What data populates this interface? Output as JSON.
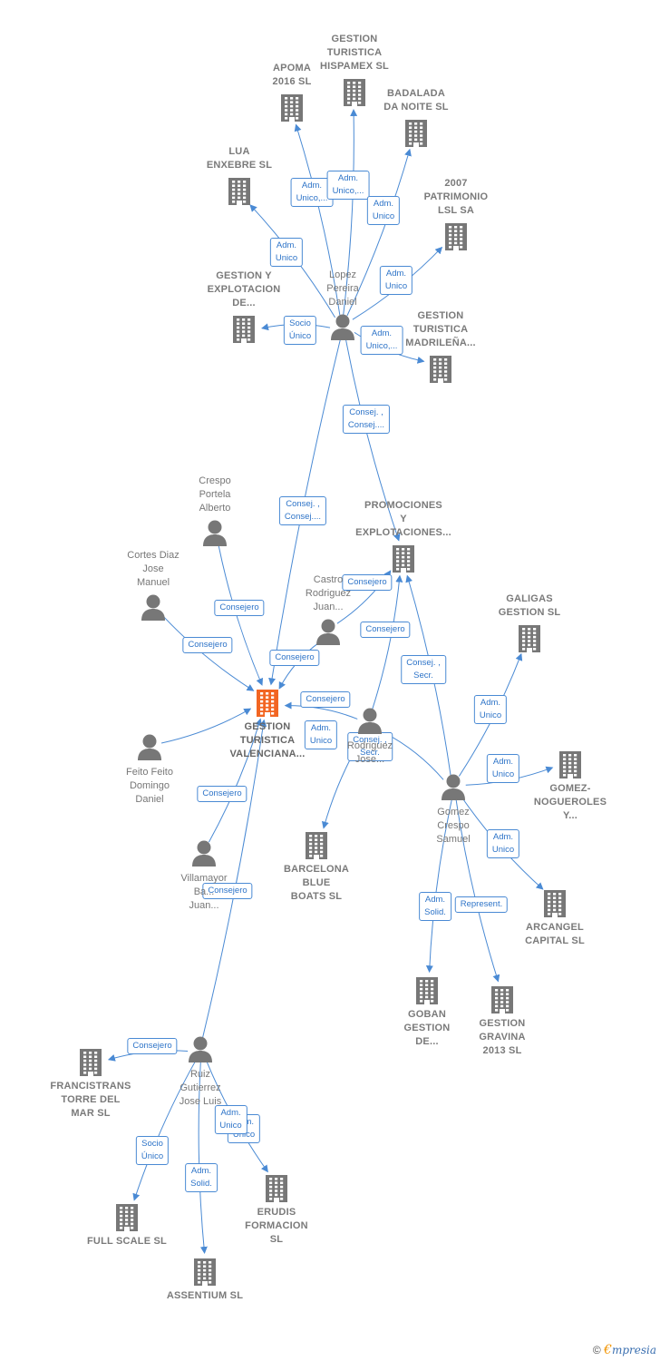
{
  "colors": {
    "edge": "#4a8ad4",
    "icon": "#777777",
    "main_icon": "#f26522",
    "label_text": "#2e74c8"
  },
  "nodes": [
    {
      "id": "apoma",
      "type": "company",
      "label": "APOMA\n2016  SL",
      "icon": "building-icon"
    },
    {
      "id": "hispamex",
      "type": "company",
      "label": "GESTION\nTURISTICA\nHISPAMEX  SL",
      "icon": "building-icon"
    },
    {
      "id": "badalada",
      "type": "company",
      "label": "BADALADA\nDA NOITE SL",
      "icon": "building-icon"
    },
    {
      "id": "lua",
      "type": "company",
      "label": "LUA\nENXEBRE SL",
      "icon": "building-icon"
    },
    {
      "id": "patrimonio",
      "type": "company",
      "label": "2007\nPATRIMONIO\nLSL SA",
      "icon": "building-icon"
    },
    {
      "id": "gestexpl",
      "type": "company",
      "label": "GESTION Y\nEXPLOTACION\nDE...",
      "icon": "building-icon"
    },
    {
      "id": "lopez",
      "type": "person",
      "label": "Lopez\nPereira\nDaniel",
      "icon": "person-icon"
    },
    {
      "id": "madrilena",
      "type": "company",
      "label": "GESTION\nTURISTICA\nMADRILEÑA...",
      "icon": "building-icon"
    },
    {
      "id": "promociones",
      "type": "company",
      "label": "PROMOCIONES\nY\nEXPLOTACIONES...",
      "icon": "building-icon"
    },
    {
      "id": "crespo",
      "type": "person",
      "label": "Crespo\nPortela\nAlberto",
      "icon": "person-icon"
    },
    {
      "id": "cortes",
      "type": "person",
      "label": "Cortes Diaz\nJose\nManuel",
      "icon": "person-icon"
    },
    {
      "id": "castro",
      "type": "person",
      "label": "Castro\nRodriguez\nJuan...",
      "icon": "person-icon"
    },
    {
      "id": "galigas",
      "type": "company",
      "label": "GALIGAS\nGESTION SL",
      "icon": "building-icon"
    },
    {
      "id": "main",
      "type": "main",
      "label": "GESTION\nTURISTICA\nVALENCIANA...",
      "icon": "building-icon"
    },
    {
      "id": "feito",
      "type": "person",
      "label": "Feito Feito\nDomingo\nDaniel",
      "icon": "person-icon"
    },
    {
      "id": "rodriguez",
      "type": "person",
      "label": "Rodriguez\nJose...",
      "icon": "person-icon"
    },
    {
      "id": "gomeznog",
      "type": "company",
      "label": "GOMEZ-\nNOGUEROLES\nY...",
      "icon": "building-icon"
    },
    {
      "id": "gomez",
      "type": "person",
      "label": "Gomez\nCrespo\nSamuel",
      "icon": "person-icon"
    },
    {
      "id": "villamayor",
      "type": "person",
      "label": "Villamayor\nBa...\nJuan...",
      "icon": "person-icon"
    },
    {
      "id": "barcelona",
      "type": "company",
      "label": "BARCELONA\nBLUE\nBOATS  SL",
      "icon": "building-icon"
    },
    {
      "id": "arcangel",
      "type": "company",
      "label": "ARCANGEL\nCAPITAL  SL",
      "icon": "building-icon"
    },
    {
      "id": "goban",
      "type": "company",
      "label": "GOBAN\nGESTION\nDE...",
      "icon": "building-icon"
    },
    {
      "id": "gravina",
      "type": "company",
      "label": "GESTION\nGRAVINA\n2013  SL",
      "icon": "building-icon"
    },
    {
      "id": "francistrans",
      "type": "company",
      "label": "FRANCISTRANS\nTORRE DEL\nMAR SL",
      "icon": "building-icon"
    },
    {
      "id": "ruiz",
      "type": "person",
      "label": "Ruiz\nGutierrez\nJose Luis",
      "icon": "person-icon"
    },
    {
      "id": "fullscale",
      "type": "company",
      "label": "FULL SCALE SL",
      "icon": "building-icon"
    },
    {
      "id": "erudis",
      "type": "company",
      "label": "ERUDIS\nFORMACION\nSL",
      "icon": "building-icon"
    },
    {
      "id": "assentium",
      "type": "company",
      "label": "ASSENTIUM SL",
      "icon": "building-icon"
    }
  ],
  "edges": [
    {
      "from": "lopez",
      "to": "apoma",
      "label": "Adm.\nUnico,..."
    },
    {
      "from": "lopez",
      "to": "hispamex",
      "label": "Adm.\nUnico,..."
    },
    {
      "from": "lopez",
      "to": "badalada",
      "label": "Adm.\nUnico"
    },
    {
      "from": "lopez",
      "to": "lua",
      "label": "Adm.\nUnico"
    },
    {
      "from": "lopez",
      "to": "patrimonio",
      "label": "Adm.\nUnico"
    },
    {
      "from": "lopez",
      "to": "gestexpl",
      "label": "Socio\nÚnico"
    },
    {
      "from": "lopez",
      "to": "madrilena",
      "label": "Adm.\nUnico,..."
    },
    {
      "from": "lopez",
      "to": "promociones",
      "label": "Consej. ,\nConsej...."
    },
    {
      "from": "lopez",
      "to": "main",
      "label": "Consej. ,\nConsej...."
    },
    {
      "from": "crespo",
      "to": "main",
      "label": "Consejero"
    },
    {
      "from": "cortes",
      "to": "main",
      "label": "Consejero"
    },
    {
      "from": "castro",
      "to": "promociones",
      "label": "Consejero"
    },
    {
      "from": "castro",
      "to": "main",
      "label": "Consejero"
    },
    {
      "from": "rodriguez",
      "to": "promociones",
      "label": "Consejero"
    },
    {
      "from": "rodriguez",
      "to": "main",
      "label": "Consejero"
    },
    {
      "from": "rodriguez",
      "to": "barcelona",
      "label": "Adm.\nUnico"
    },
    {
      "from": "gomez",
      "to": "rodriguez",
      "label": "Consej. ,\nSecr."
    },
    {
      "from": "gomez",
      "to": "promociones",
      "label": "Consej. ,\nSecr."
    },
    {
      "from": "gomez",
      "to": "galigas",
      "label": "Adm.\nUnico"
    },
    {
      "from": "gomez",
      "to": "gomeznog",
      "label": "Adm.\nUnico"
    },
    {
      "from": "gomez",
      "to": "arcangel",
      "label": "Adm.\nUnico"
    },
    {
      "from": "gomez",
      "to": "goban",
      "label": "Adm.\nSolid."
    },
    {
      "from": "gomez",
      "to": "gravina",
      "label": "Represent."
    },
    {
      "from": "feito",
      "to": "main",
      "label": "Consejero"
    },
    {
      "from": "villamayor",
      "to": "main",
      "label": "Consejero"
    },
    {
      "from": "ruiz",
      "to": "main",
      "label": "Consejero"
    },
    {
      "from": "ruiz",
      "to": "francistrans",
      "label": "Socio\nÚnico"
    },
    {
      "from": "ruiz",
      "to": "fullscale",
      "label": "Adm.\nSolid."
    },
    {
      "from": "ruiz",
      "to": "assentium",
      "label": "Adm.\nUnico"
    },
    {
      "from": "ruiz",
      "to": "erudis",
      "label": "Adm.\nUnico"
    }
  ],
  "brand": {
    "copyright": "©",
    "e": "€",
    "rest": "mpresia"
  }
}
